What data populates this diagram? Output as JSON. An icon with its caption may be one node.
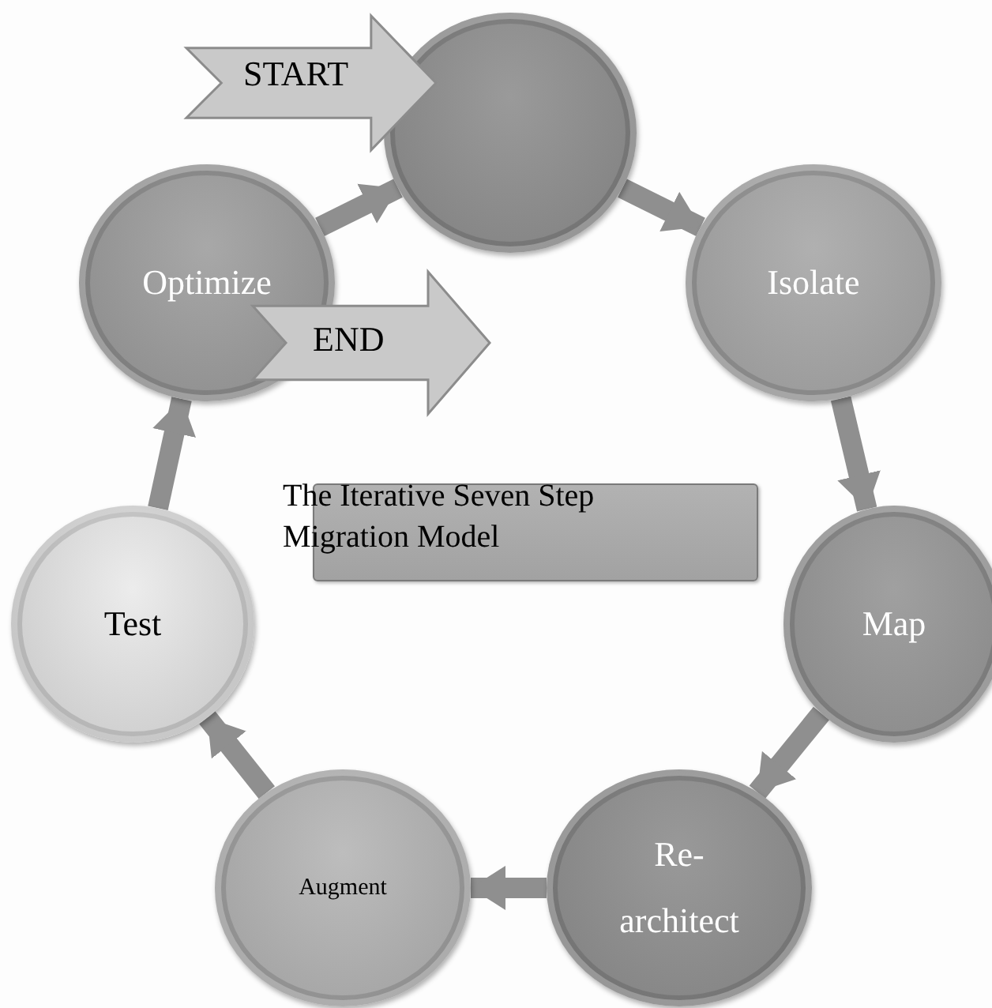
{
  "diagram": {
    "nodes": [
      {
        "text": [
          "START"
        ]
      },
      {
        "text": [],
        "shape": "circle"
      },
      {
        "text": [
          "Optimize"
        ]
      },
      {
        "text": [
          "END"
        ]
      },
      {
        "text": [
          "Isolate"
        ]
      },
      {
        "text": [
          "The Iterative Seven Step Migration Model"
        ]
      },
      {
        "text": [
          "Test"
        ]
      },
      {
        "text": [
          "Map"
        ]
      },
      {
        "text": [
          "Augment"
        ]
      },
      {
        "text": [
          "Re- architect"
        ]
      }
    ],
    "edges": [
      {
        "from": 1,
        "to": 4,
        "arrow": "to"
      },
      {
        "from": 4,
        "to": 7,
        "arrow": "to"
      },
      {
        "from": 7,
        "to": 9,
        "arrow": "to"
      },
      {
        "from": 9,
        "to": 8,
        "arrow": "to"
      },
      {
        "from": 8,
        "to": 6,
        "arrow": "to"
      },
      {
        "from": 6,
        "to": 2,
        "arrow": "to"
      },
      {
        "from": 2,
        "to": 1,
        "arrow": "to"
      }
    ]
  }
}
